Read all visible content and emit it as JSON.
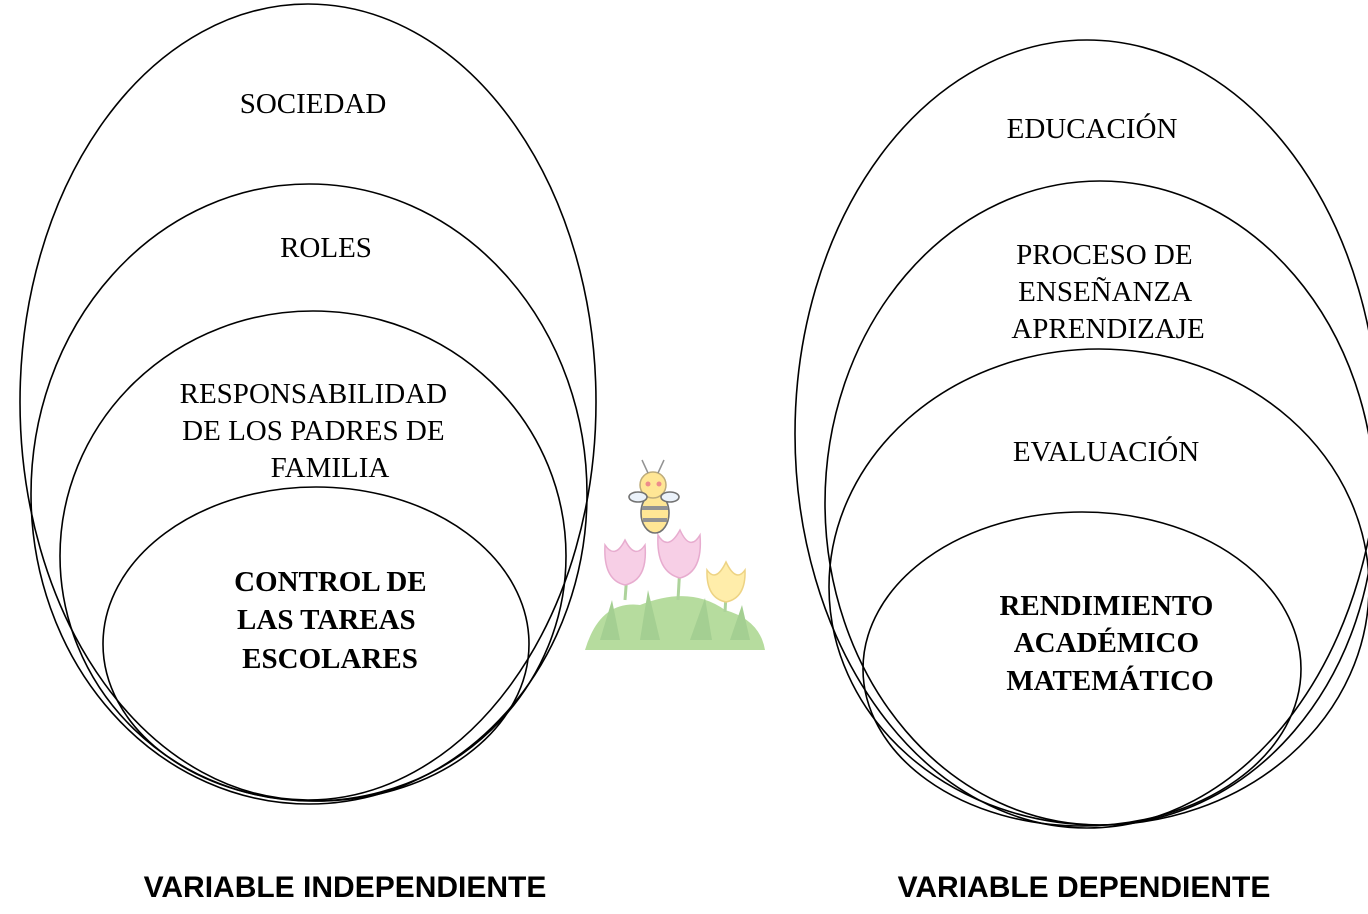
{
  "left_diagram": {
    "level1": "SOCIEDAD",
    "level2": "ROLES",
    "level3": [
      "RESPONSABILIDAD",
      "DE LOS PADRES DE",
      "FAMILIA"
    ],
    "level4": [
      "CONTROL DE",
      "LAS TAREAS",
      "ESCOLARES"
    ],
    "caption": "VARIABLE INDEPENDIENTE"
  },
  "right_diagram": {
    "level1": "EDUCACIÓN",
    "level2": [
      "PROCESO DE",
      "ENSEÑANZA",
      "APRENDIZAJE"
    ],
    "level3": "EVALUACIÓN",
    "level4": [
      "RENDIMIENTO",
      "ACADÉMICO",
      "MATEMÁTICO"
    ],
    "caption": "VARIABLE DEPENDIENTE"
  },
  "decoration": "bee-flowers-clipart"
}
